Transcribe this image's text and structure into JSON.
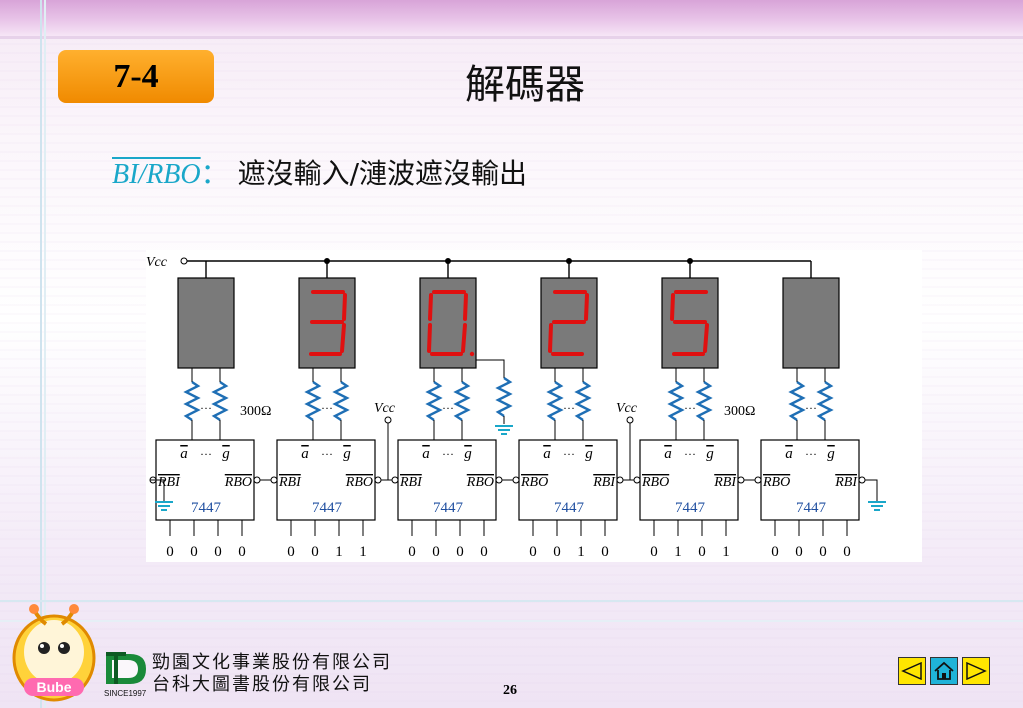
{
  "slide": {
    "section_label": "7-4",
    "title": "解碼器",
    "page_number": "26"
  },
  "heading": {
    "signal": "BI/RBO",
    "separator": "：",
    "text": "遮沒輸入/漣波遮沒輸出"
  },
  "diagram": {
    "vcc_label": "Vcc",
    "resistor_label": "300Ω",
    "ellipsis": "···",
    "chip_name": "7447",
    "segment_label_a": "a",
    "segment_label_g": "g",
    "stages": [
      {
        "digit": "",
        "left_pin": "RBI",
        "right_pin": "RBO",
        "inputs": [
          "0",
          "0",
          "0",
          "0"
        ]
      },
      {
        "digit": "3",
        "left_pin": "RBI",
        "right_pin": "RBO",
        "inputs": [
          "0",
          "0",
          "1",
          "1"
        ]
      },
      {
        "digit": "0",
        "left_pin": "RBI",
        "right_pin": "RBO",
        "inputs": [
          "0",
          "0",
          "0",
          "0"
        ]
      },
      {
        "digit": "2",
        "left_pin": "RBO",
        "right_pin": "RBI",
        "inputs": [
          "0",
          "0",
          "1",
          "0"
        ]
      },
      {
        "digit": "5",
        "left_pin": "RBO",
        "right_pin": "RBI",
        "inputs": [
          "0",
          "1",
          "0",
          "1"
        ]
      },
      {
        "digit": "",
        "left_pin": "RBO",
        "right_pin": "RBI",
        "inputs": [
          "0",
          "0",
          "0",
          "0"
        ]
      }
    ]
  },
  "footer": {
    "company_line1": "勁園文化事業股份有限公司",
    "company_line2": "台科大圖書股份有限公司",
    "since": "SINCE1997",
    "mascot_text": "Bube"
  },
  "colors": {
    "badge": "#f59a10",
    "segment_on": "#e01010",
    "display_body": "#7a7a7a",
    "resistor": "#1f6fb5",
    "chip_text": "#1f4fa0",
    "accent_cyan": "#1aa7c9"
  },
  "icons": [
    "previous-arrow-icon",
    "home-icon",
    "next-arrow-icon",
    "logo-icon",
    "mascot-icon"
  ]
}
